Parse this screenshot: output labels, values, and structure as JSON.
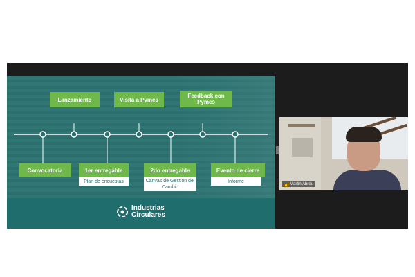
{
  "slide": {
    "top_labels": [
      "Lanzamiento",
      "Visita a Pymes",
      "Feedback con Pymes"
    ],
    "bottom_labels": [
      "Convocatoria",
      "1er entregable",
      "2do entregable",
      "Evento de cierre"
    ],
    "sub_labels": [
      "Plan de encuestas",
      "Canvas de Gestión del Cambio",
      "Informe"
    ],
    "logo_line1": "Industrias",
    "logo_line2": "Circulares"
  },
  "video": {
    "participant_name": "Martin Abreu"
  },
  "colors": {
    "slide_background": "#2a6f6e",
    "label_green": "#6fb94b",
    "meeting_background": "#1c1c1c"
  },
  "icons": [
    "industrias-circulares-logo-icon",
    "signal-strength-icon"
  ]
}
